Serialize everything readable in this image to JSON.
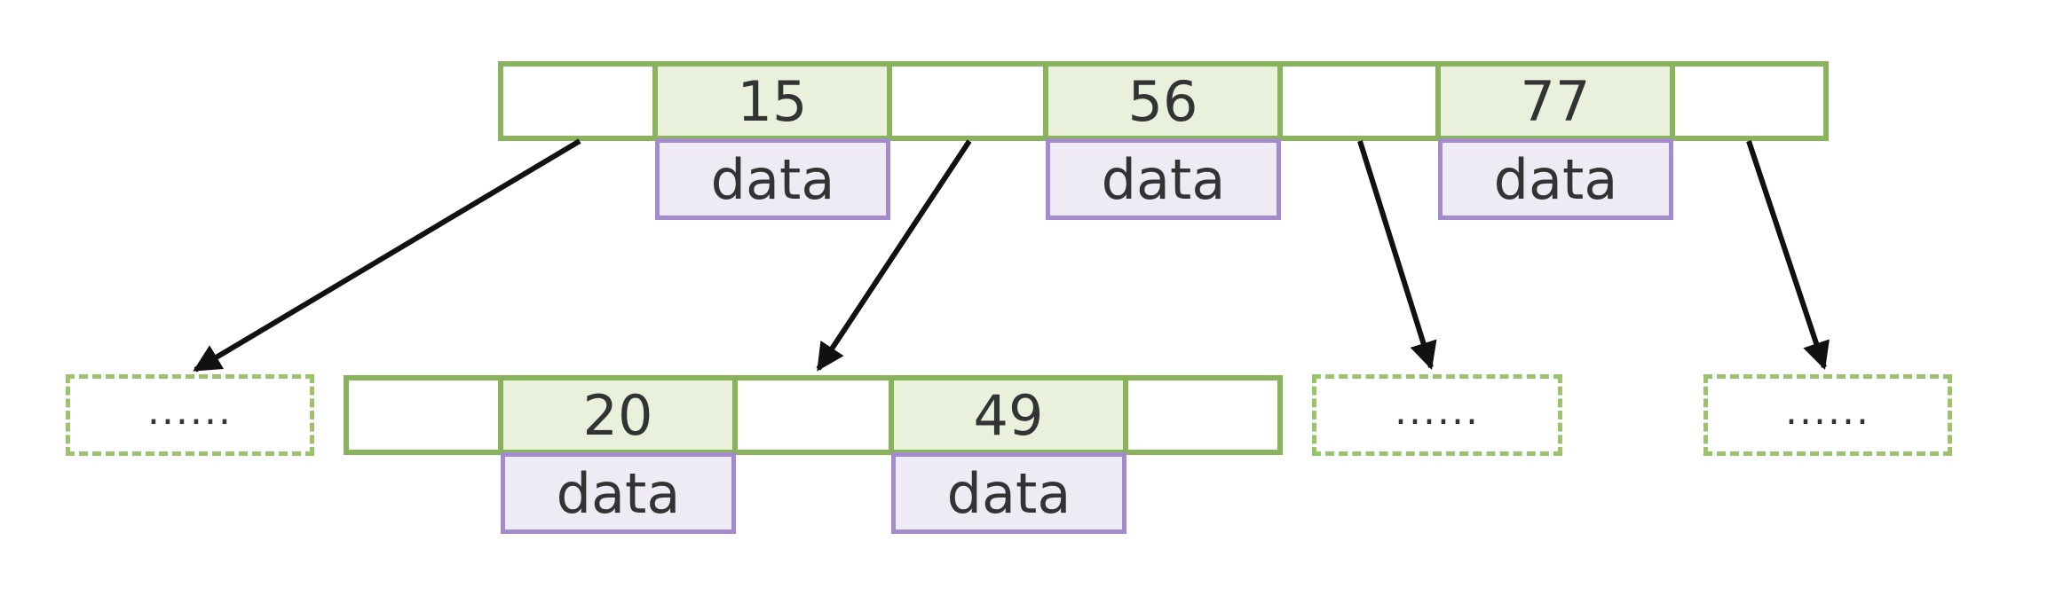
{
  "root": {
    "keys": [
      "15",
      "56",
      "77"
    ],
    "data": [
      "data",
      "data",
      "data"
    ]
  },
  "child": {
    "keys": [
      "20",
      "49"
    ],
    "data": [
      "data",
      "data"
    ]
  },
  "placeholders": [
    "......",
    "......",
    "......"
  ],
  "colors": {
    "node_border": "#8ab45c",
    "key_fill": "#e9f0db",
    "data_border": "#a48bc9",
    "data_fill": "#efebf4",
    "arrow": "#111111",
    "placeholder_border": "#9cc26c"
  }
}
